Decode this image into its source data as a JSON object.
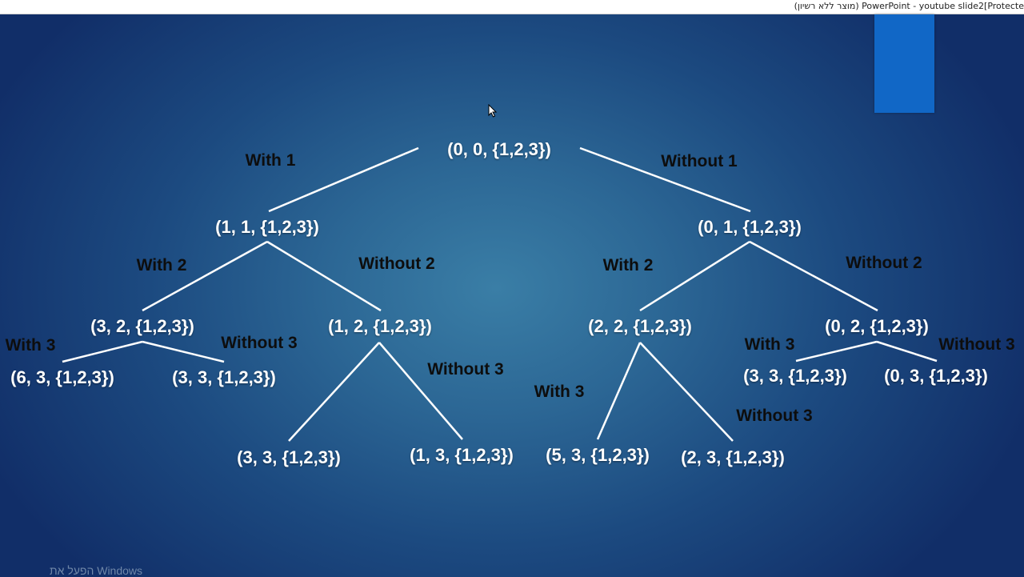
{
  "window": {
    "title": "(מוצר ללא רשיון) PowerPoint - youtube slide2[Protecte"
  },
  "watermark": "הפעל את Windows",
  "accent_color": "#1167c6",
  "tree": {
    "nodes": [
      {
        "id": "n0",
        "label": "(0, 0, {1,2,3})"
      },
      {
        "id": "n1",
        "label": "(1, 1, {1,2,3})"
      },
      {
        "id": "n2",
        "label": "(0, 1, {1,2,3})"
      },
      {
        "id": "n11",
        "label": "(3, 2, {1,2,3})"
      },
      {
        "id": "n12",
        "label": "(1, 2, {1,2,3})"
      },
      {
        "id": "n21",
        "label": "(2, 2, {1,2,3})"
      },
      {
        "id": "n22",
        "label": "(0, 2, {1,2,3})"
      },
      {
        "id": "n111",
        "label": "(6, 3, {1,2,3})"
      },
      {
        "id": "n112",
        "label": "(3, 3, {1,2,3})"
      },
      {
        "id": "n121",
        "label": "(3, 3, {1,2,3})"
      },
      {
        "id": "n122",
        "label": "(1, 3, {1,2,3})"
      },
      {
        "id": "n211",
        "label": "(5, 3, {1,2,3})"
      },
      {
        "id": "n212",
        "label": "(2, 3, {1,2,3})"
      },
      {
        "id": "n221",
        "label": "(3, 3, {1,2,3})"
      },
      {
        "id": "n222",
        "label": "(0, 3, {1,2,3})"
      }
    ],
    "edges": [
      {
        "from": "n0",
        "to": "n1",
        "label": "With 1"
      },
      {
        "from": "n0",
        "to": "n2",
        "label": "Without 1"
      },
      {
        "from": "n1",
        "to": "n11",
        "label": "With 2"
      },
      {
        "from": "n1",
        "to": "n12",
        "label": "Without 2"
      },
      {
        "from": "n2",
        "to": "n21",
        "label": "With 2"
      },
      {
        "from": "n2",
        "to": "n22",
        "label": "Without 2"
      },
      {
        "from": "n11",
        "to": "n111",
        "label": "With 3"
      },
      {
        "from": "n11",
        "to": "n112",
        "label": "Without 3"
      },
      {
        "from": "n12",
        "to": "n121",
        "label": ""
      },
      {
        "from": "n12",
        "to": "n122",
        "label": "Without 3"
      },
      {
        "from": "n21",
        "to": "n211",
        "label": "With 3"
      },
      {
        "from": "n21",
        "to": "n212",
        "label": "Without 3"
      },
      {
        "from": "n22",
        "to": "n221",
        "label": "With 3"
      },
      {
        "from": "n22",
        "to": "n222",
        "label": "Without 3"
      }
    ]
  }
}
